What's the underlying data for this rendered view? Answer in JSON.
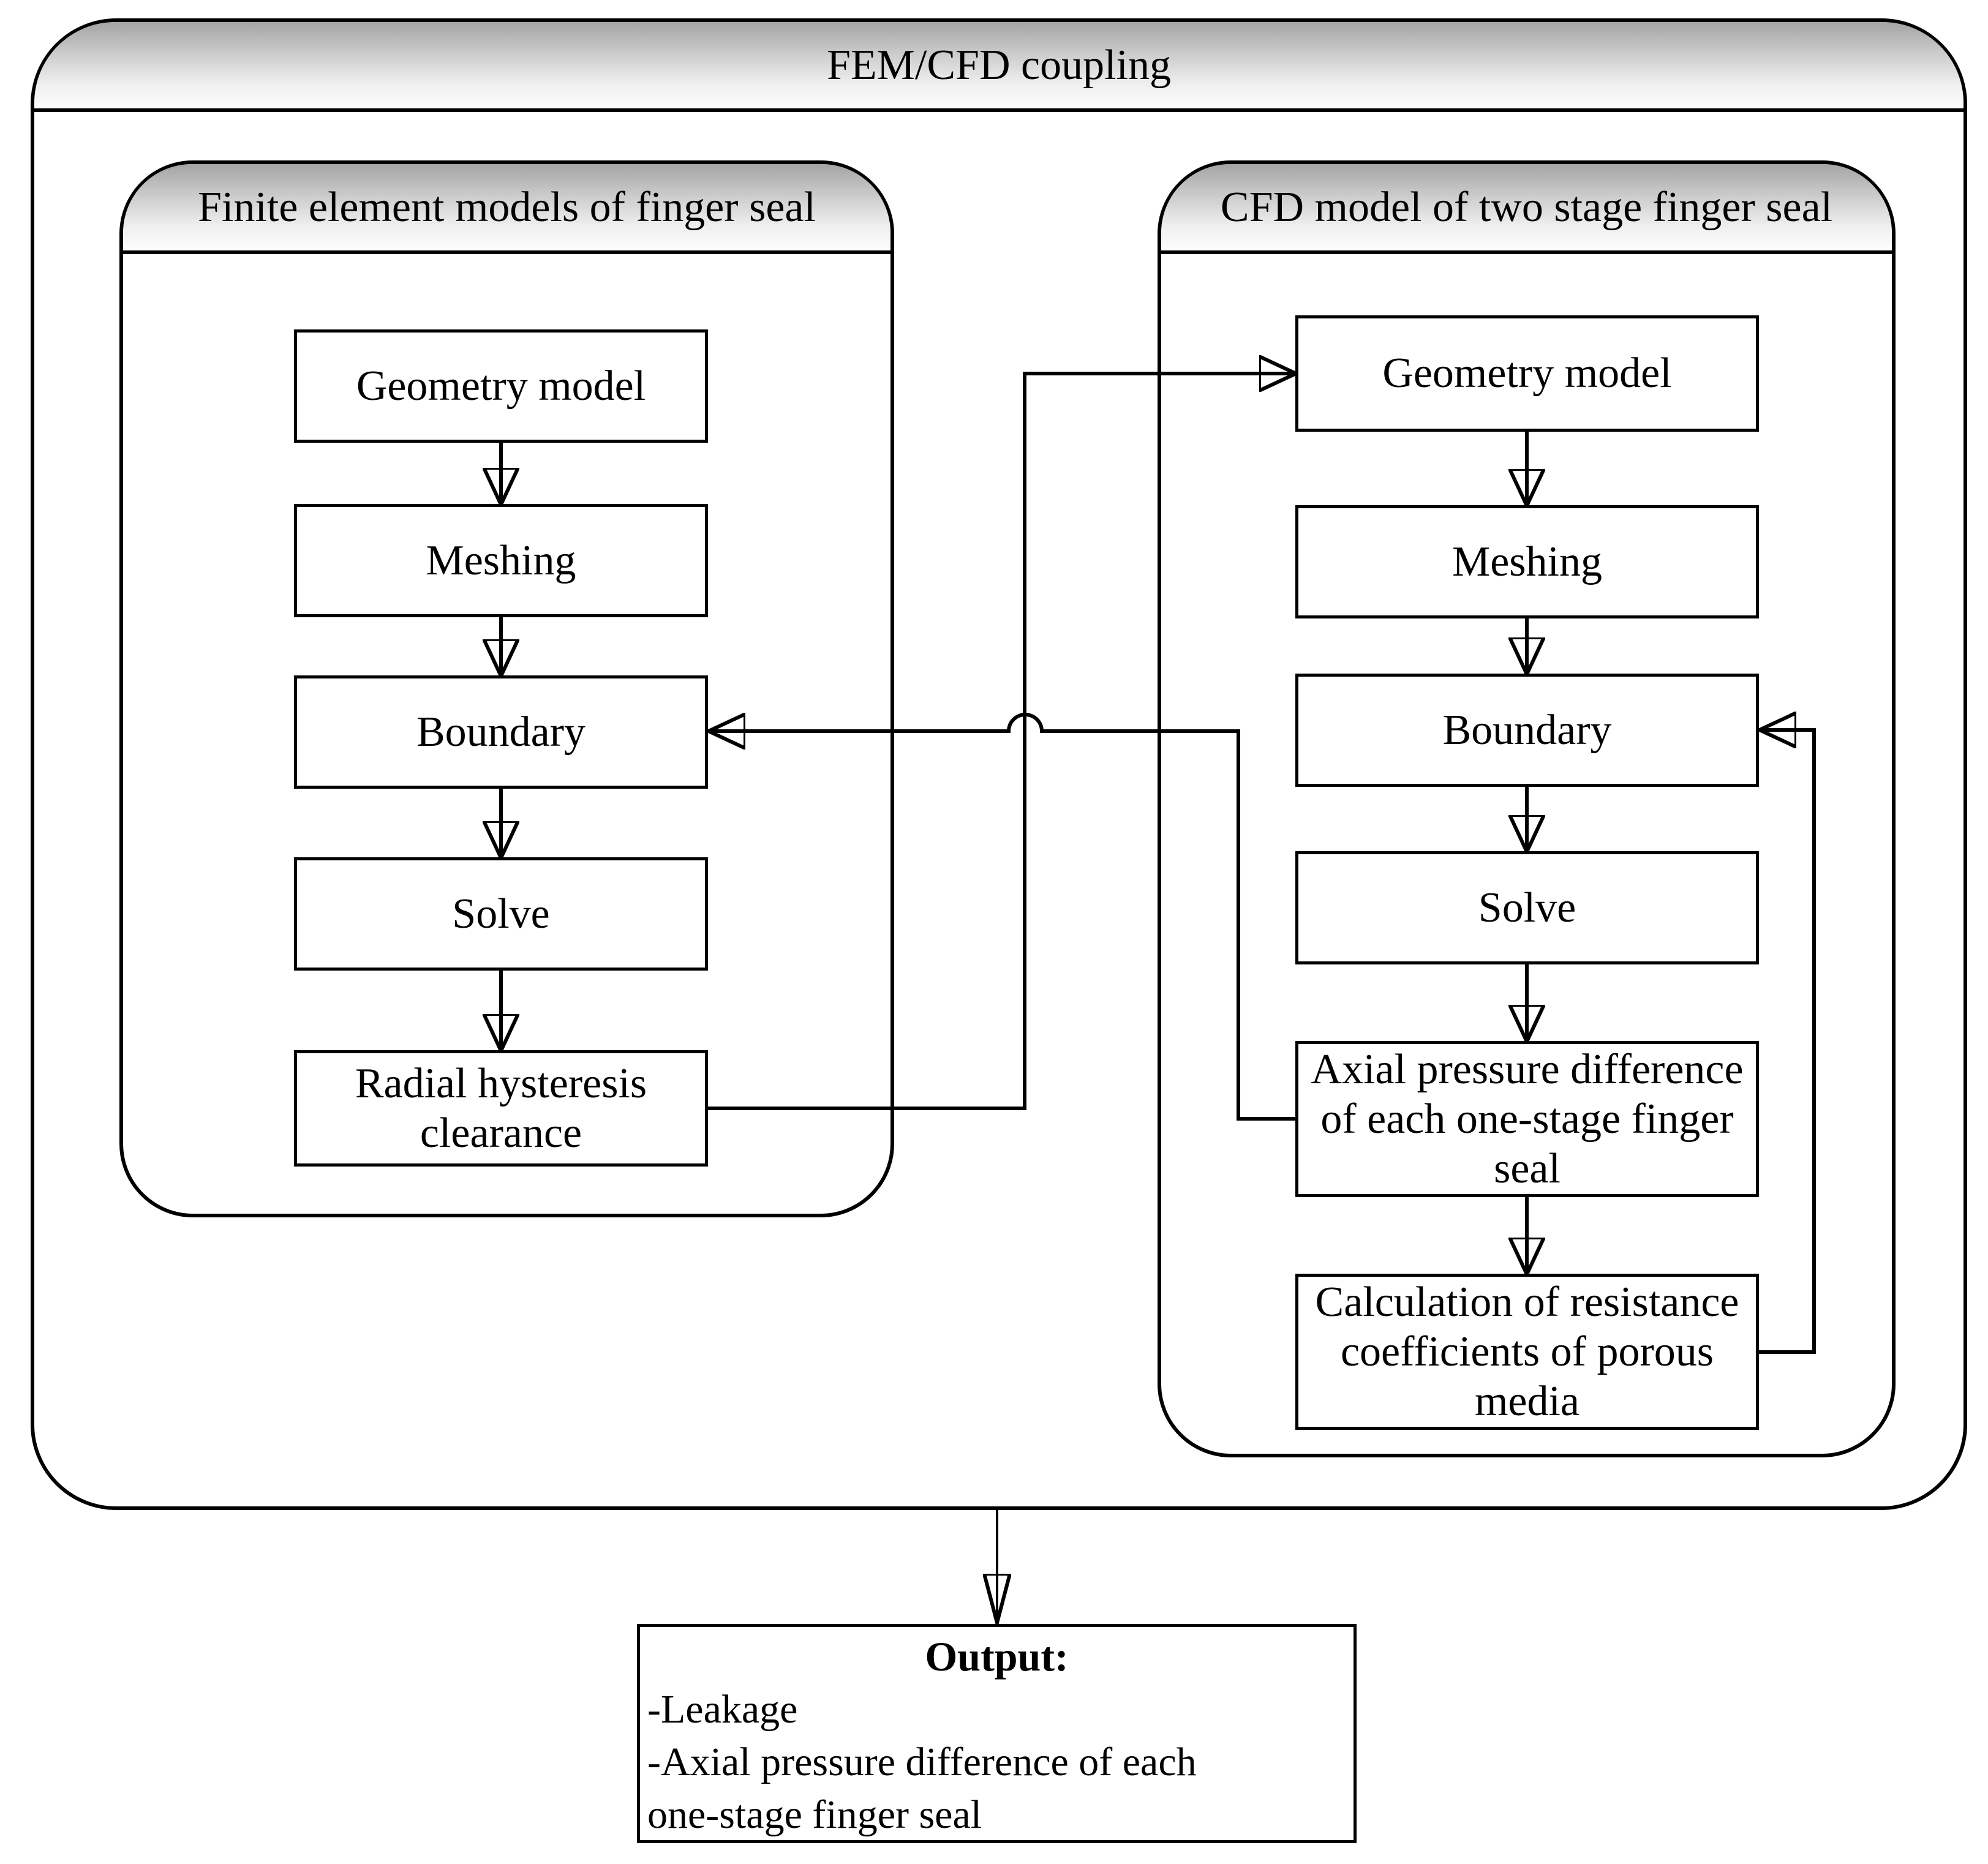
{
  "diagram": {
    "title": "FEM/CFD coupling",
    "left_panel": {
      "title": "Finite element models of finger seal",
      "boxes": [
        {
          "label": "Geometry model"
        },
        {
          "label": "Meshing"
        },
        {
          "label": "Boundary"
        },
        {
          "label": "Solve"
        },
        {
          "label": "Radial hysteresis clearance"
        }
      ]
    },
    "right_panel": {
      "title": "CFD model of two stage finger seal",
      "boxes": [
        {
          "label": "Geometry model"
        },
        {
          "label": "Meshing"
        },
        {
          "label": "Boundary"
        },
        {
          "label": "Solve"
        },
        {
          "label": "Axial pressure difference of each one-stage finger seal"
        },
        {
          "label": "Calculation of resistance coefficients of porous media"
        }
      ]
    },
    "output": {
      "title": "Output:",
      "lines": [
        "-Leakage",
        "-Axial pressure difference of each",
        "one-stage finger seal"
      ]
    },
    "colors": {
      "line": "#000000",
      "background": "#ffffff",
      "band_gradient_top": "#a4a4a4",
      "band_gradient_bottom": "#fdfdfd"
    }
  }
}
